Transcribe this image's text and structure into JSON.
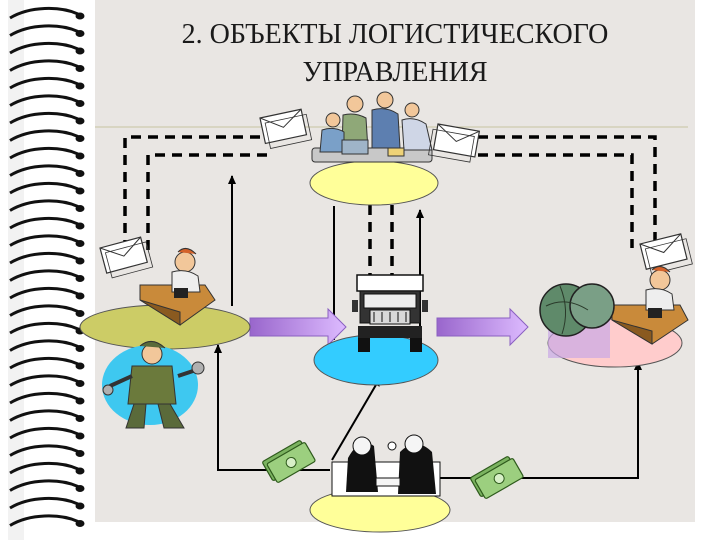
{
  "slide": {
    "title_line1": "2. ОБЪЕКТЫ ЛОГИСТИЧЕСКОГО",
    "title_line2": "УПРАВЛЕНИЯ"
  },
  "colors": {
    "ellipse_yellow": "#ffff99",
    "ellipse_olive": "#cccc66",
    "ellipse_blue": "#33ccff",
    "ellipse_pink": "#ffcccc",
    "arrow_purple": "#cc99ff",
    "panel": "#e9e6e3",
    "connector": "#000000"
  },
  "icons": [
    "notebook-spiral",
    "managers-meeting-clipart",
    "dispatcher-on-phone-clipart",
    "worker-with-wrenches-clipart",
    "cargo-truck-clipart",
    "globe-clipart",
    "envelope-icon",
    "money-bundle-icon",
    "business-negotiation-clipart"
  ]
}
